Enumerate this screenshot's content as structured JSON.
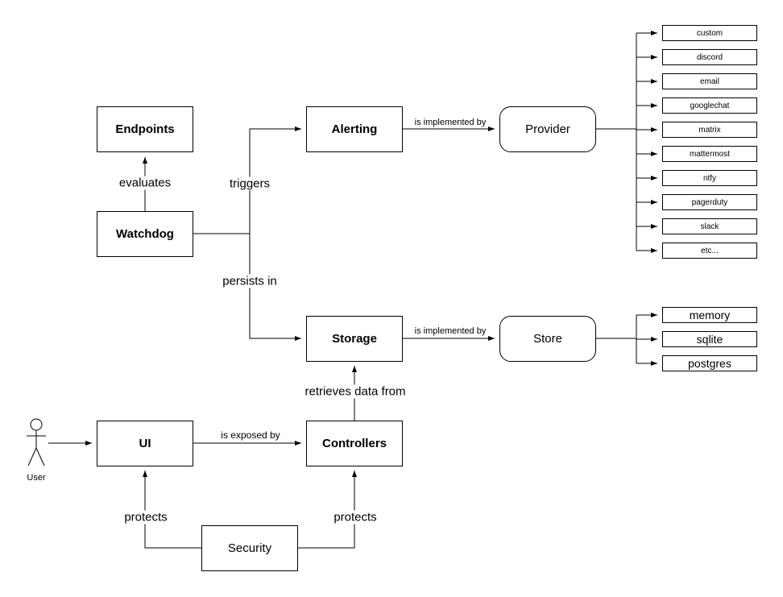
{
  "diagram": {
    "nodes": {
      "endpoints": "Endpoints",
      "watchdog": "Watchdog",
      "alerting": "Alerting",
      "provider": "Provider",
      "storage": "Storage",
      "store": "Store",
      "ui": "UI",
      "controllers": "Controllers",
      "security": "Security"
    },
    "actor": {
      "label": "User"
    },
    "edges": {
      "evaluates": "evaluates",
      "triggers": "triggers",
      "persists_in": "persists in",
      "alerting_implemented_by": "is implemented by",
      "storage_implemented_by": "is implemented by",
      "retrieves_data_from": "retrieves data from",
      "is_exposed_by": "is exposed by",
      "protects_ui": "protects",
      "protects_controllers": "protects"
    },
    "providers": [
      "custom",
      "discord",
      "email",
      "googlechat",
      "matrix",
      "mattermost",
      "ntfy",
      "pagerduty",
      "slack",
      "etc..."
    ],
    "stores": [
      "memory",
      "sqlite",
      "postgres"
    ],
    "colors": {
      "stroke": "#000000",
      "background": "#ffffff"
    }
  }
}
